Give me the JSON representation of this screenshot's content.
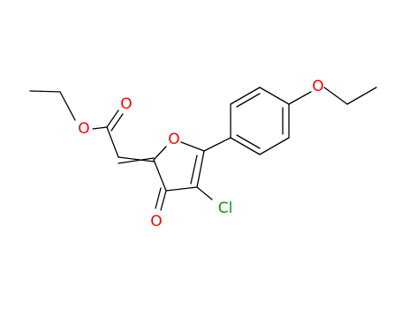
{
  "atoms": {
    "ester_carbonyl_o": "O",
    "ester_o": "O",
    "ring_o": "O",
    "ether_o": "O",
    "ketone_o": "O",
    "chlorine": "Cl"
  },
  "colors": {
    "bond": "#000000",
    "oxygen": "#ff0000",
    "chlorine": "#00a000"
  }
}
